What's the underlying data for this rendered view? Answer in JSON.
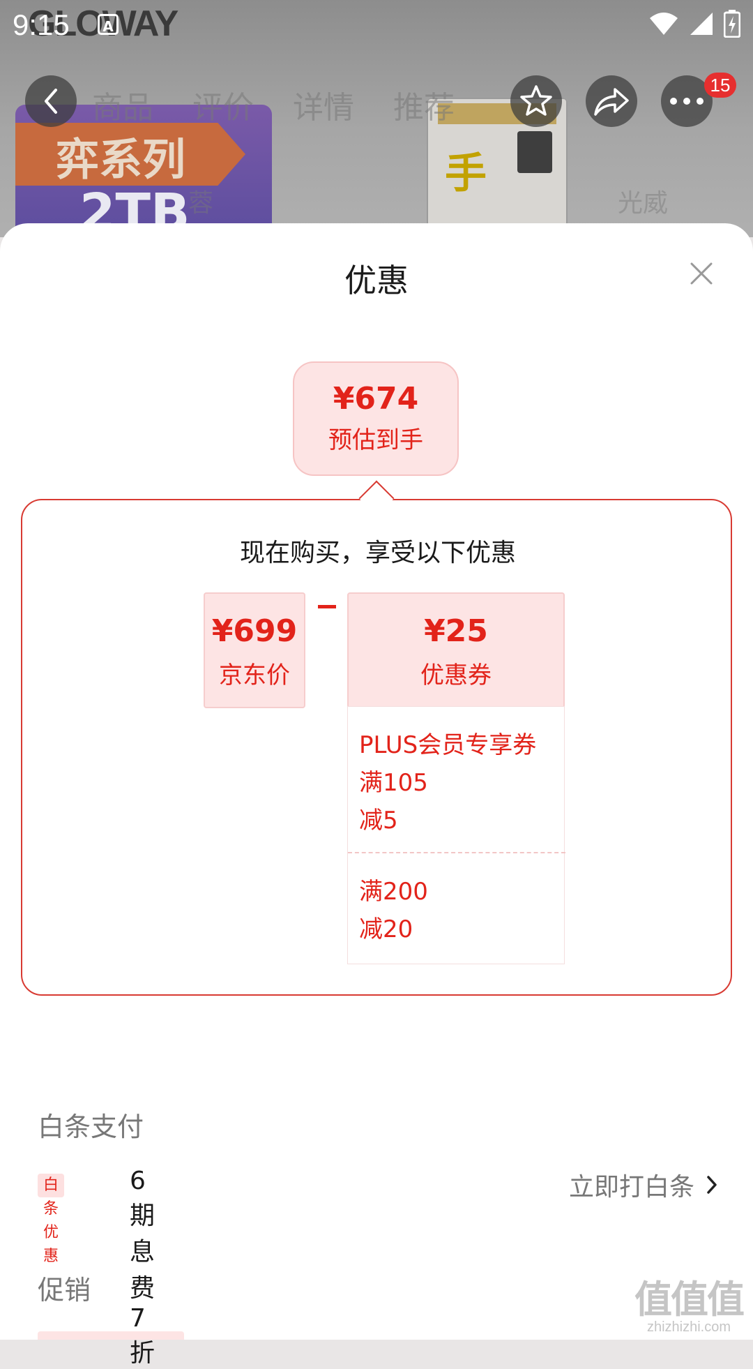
{
  "status_bar": {
    "time": "9:15",
    "notification_glyph": "A"
  },
  "backdrop": {
    "brand": "GLOWAY",
    "series": "弈系列",
    "capacity": "2TB",
    "ssd_label": "手",
    "tabs": [
      "商品",
      "评价",
      "详情",
      "推荐"
    ],
    "sub_labels": [
      "蓉",
      "光威"
    ],
    "badge_count": "15"
  },
  "sheet": {
    "title": "优惠",
    "estimate": {
      "price": "¥674",
      "label": "预估到手"
    },
    "headline": "现在购买，享受以下优惠",
    "jd_price": {
      "value": "¥699",
      "label": "京东价"
    },
    "coupon": {
      "value": "¥25",
      "label": "优惠券"
    },
    "coupon_items": [
      [
        "PLUS会员专享券",
        "满105",
        "减5"
      ],
      [
        "满200",
        "减20"
      ]
    ],
    "baitiao": {
      "section_title": "白条支付",
      "tag": "白条优惠",
      "offer": "6期息费7折",
      "action": "立即打白条"
    },
    "promotion": {
      "section_title": "促销"
    }
  },
  "watermark": {
    "logo": "值值值",
    "url": "zhizhizhi.com"
  },
  "colors": {
    "accent_red": "#e2231a",
    "tint_pink": "#fde4e4",
    "border_red": "#d83a32"
  }
}
